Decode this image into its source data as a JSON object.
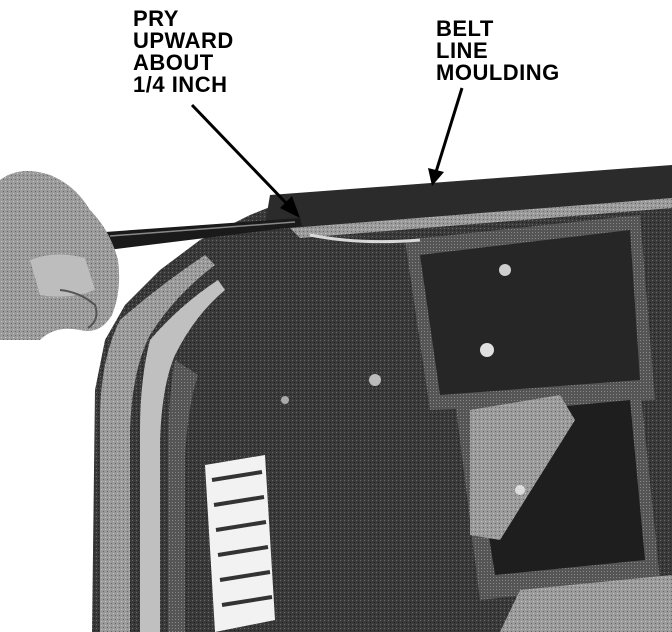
{
  "figure": {
    "callouts": [
      {
        "id": "pry",
        "text": "PRY\nUPWARD\nABOUT\n1/4 INCH"
      },
      {
        "id": "belt",
        "text": "BELT\nLINE\nMOULDING"
      }
    ]
  },
  "colors": {
    "ink": "#000000",
    "dark_metal": "#2a2a2a",
    "mid_metal": "#5a5a5a",
    "light_metal": "#9a9a9a",
    "paper": "#ffffff"
  },
  "icons": [
    "hand",
    "screwdriver",
    "door-panel",
    "belt-line-moulding",
    "label-sticker"
  ]
}
